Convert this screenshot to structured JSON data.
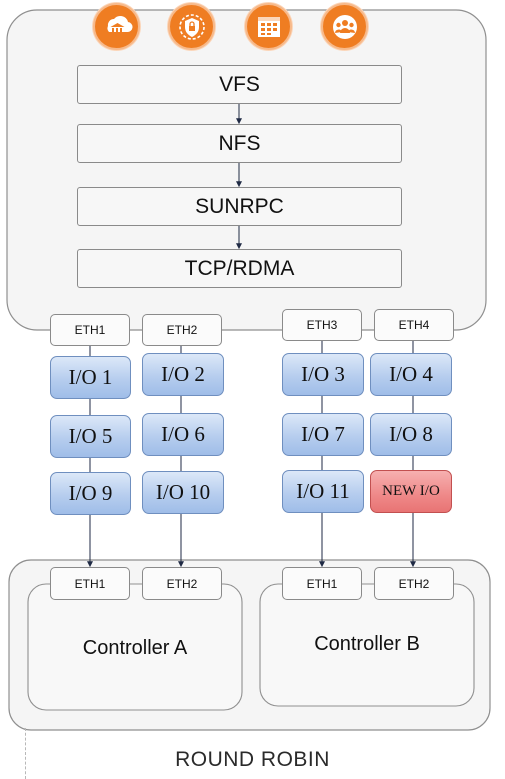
{
  "icons": [
    {
      "name": "cloud-bank"
    },
    {
      "name": "shield-network"
    },
    {
      "name": "server-rack"
    },
    {
      "name": "people-group"
    }
  ],
  "stack": [
    "VFS",
    "NFS",
    "SUNRPC",
    "TCP/RDMA"
  ],
  "client_ports": [
    "ETH1",
    "ETH2",
    "ETH3",
    "ETH4"
  ],
  "io_columns": [
    [
      "I/O 1",
      "I/O 5",
      "I/O 9"
    ],
    [
      "I/O 2",
      "I/O 6",
      "I/O 10"
    ],
    [
      "I/O 3",
      "I/O 7",
      "I/O 11"
    ],
    [
      "I/O 4",
      "I/O 8",
      "NEW I/O"
    ]
  ],
  "new_io_color": "#ec8181",
  "io_color": "#b6cdee",
  "accent_color": "#ef7d22",
  "controllers": [
    {
      "label": "Controller A",
      "ports": [
        "ETH1",
        "ETH2"
      ]
    },
    {
      "label": "Controller B",
      "ports": [
        "ETH1",
        "ETH2"
      ]
    }
  ],
  "caption": "ROUND ROBIN"
}
